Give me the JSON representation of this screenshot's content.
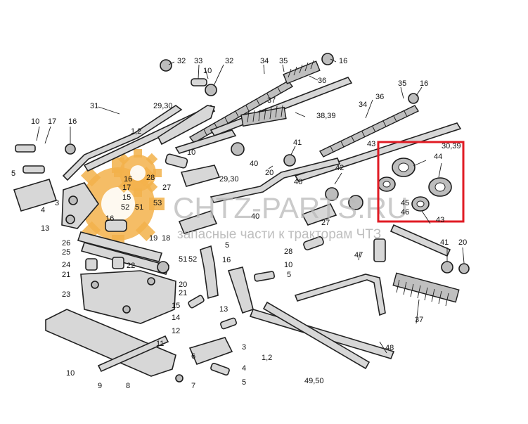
{
  "watermark": {
    "brand": "CHTZ-PARTS.RU",
    "tagline": "запасные части к тракторам ЧТЗ",
    "gear_color": "#f3b24b"
  },
  "highlight": {
    "color": "#e01b24",
    "label": "30,39"
  },
  "callouts": [
    {
      "id": "c1",
      "text": "32"
    },
    {
      "id": "c2",
      "text": "33"
    },
    {
      "id": "c3",
      "text": "10"
    },
    {
      "id": "c4",
      "text": "32"
    },
    {
      "id": "c5",
      "text": "34"
    },
    {
      "id": "c6",
      "text": "35"
    },
    {
      "id": "c7",
      "text": "16"
    },
    {
      "id": "c8",
      "text": "36"
    },
    {
      "id": "c9",
      "text": "31"
    },
    {
      "id": "c10",
      "text": "29,30"
    },
    {
      "id": "c11",
      "text": "37"
    },
    {
      "id": "c12",
      "text": "38,39"
    },
    {
      "id": "c13",
      "text": "1,2"
    },
    {
      "id": "c14",
      "text": "10"
    },
    {
      "id": "c15",
      "text": "17"
    },
    {
      "id": "c16",
      "text": "16"
    },
    {
      "id": "c17",
      "text": "5"
    },
    {
      "id": "c18",
      "text": "10"
    },
    {
      "id": "c19",
      "text": "36"
    },
    {
      "id": "c20",
      "text": "35"
    },
    {
      "id": "c21",
      "text": "16"
    },
    {
      "id": "c22",
      "text": "34"
    },
    {
      "id": "c23",
      "text": "43"
    },
    {
      "id": "c24",
      "text": "41"
    },
    {
      "id": "c25",
      "text": "40"
    },
    {
      "id": "c26",
      "text": "20"
    },
    {
      "id": "c27",
      "text": "42"
    },
    {
      "id": "c28",
      "text": "28"
    },
    {
      "id": "c29",
      "text": "16"
    },
    {
      "id": "c30",
      "text": "27"
    },
    {
      "id": "c31",
      "text": "29,30"
    },
    {
      "id": "c32",
      "text": "4"
    },
    {
      "id": "c33",
      "text": "3"
    },
    {
      "id": "c34",
      "text": "17"
    },
    {
      "id": "c35",
      "text": "15"
    },
    {
      "id": "c36",
      "text": "52"
    },
    {
      "id": "c37",
      "text": "51"
    },
    {
      "id": "c38",
      "text": "53"
    },
    {
      "id": "c39",
      "text": "40"
    },
    {
      "id": "c40",
      "text": "27"
    },
    {
      "id": "c41",
      "text": "13"
    },
    {
      "id": "c42",
      "text": "26"
    },
    {
      "id": "c43",
      "text": "19"
    },
    {
      "id": "c44",
      "text": "18"
    },
    {
      "id": "c45",
      "text": "25"
    },
    {
      "id": "c46",
      "text": "24"
    },
    {
      "id": "c47",
      "text": "22"
    },
    {
      "id": "c48",
      "text": "21"
    },
    {
      "id": "c49",
      "text": "20"
    },
    {
      "id": "c50",
      "text": "21"
    },
    {
      "id": "c51",
      "text": "51"
    },
    {
      "id": "c52",
      "text": "52"
    },
    {
      "id": "c53",
      "text": "23"
    },
    {
      "id": "c54",
      "text": "15"
    },
    {
      "id": "c55",
      "text": "5"
    },
    {
      "id": "c56",
      "text": "16"
    },
    {
      "id": "c57",
      "text": "28"
    },
    {
      "id": "c58",
      "text": "10"
    },
    {
      "id": "c59",
      "text": "5"
    },
    {
      "id": "c60",
      "text": "13"
    },
    {
      "id": "c61",
      "text": "14"
    },
    {
      "id": "c62",
      "text": "12"
    },
    {
      "id": "c63",
      "text": "11"
    },
    {
      "id": "c64",
      "text": "6"
    },
    {
      "id": "c65",
      "text": "3"
    },
    {
      "id": "c66",
      "text": "4"
    },
    {
      "id": "c67",
      "text": "7"
    },
    {
      "id": "c68",
      "text": "5"
    },
    {
      "id": "c69",
      "text": "9"
    },
    {
      "id": "c70",
      "text": "8"
    },
    {
      "id": "c71",
      "text": "10"
    },
    {
      "id": "c72",
      "text": "1,2"
    },
    {
      "id": "c73",
      "text": "49,50"
    },
    {
      "id": "c74",
      "text": "48"
    },
    {
      "id": "c75",
      "text": "37"
    },
    {
      "id": "c76",
      "text": "47"
    },
    {
      "id": "c77",
      "text": "41"
    },
    {
      "id": "c78",
      "text": "20"
    },
    {
      "id": "c79",
      "text": "44"
    },
    {
      "id": "c80",
      "text": "45"
    },
    {
      "id": "c81",
      "text": "46"
    },
    {
      "id": "c82",
      "text": "43"
    },
    {
      "id": "c83",
      "text": "40"
    },
    {
      "id": "c84",
      "text": "16"
    }
  ]
}
